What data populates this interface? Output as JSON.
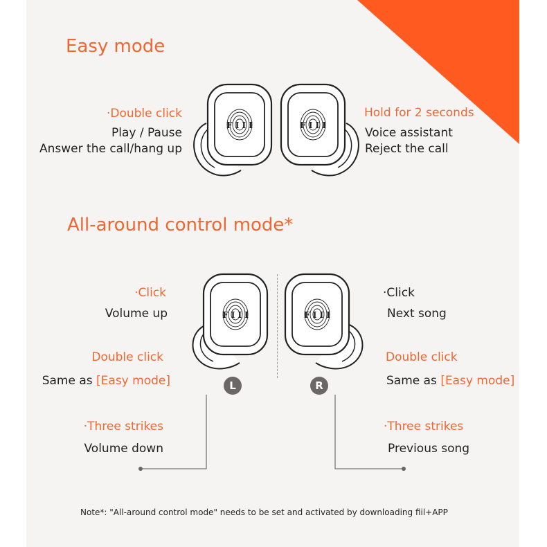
{
  "easy_mode": {
    "title": "Easy mode",
    "left": {
      "heading": "·Double click",
      "line1": "Play / Pause",
      "line2": "Answer the call/hang up"
    },
    "right": {
      "heading": "Hold for 2 seconds",
      "line1": "Voice assistant",
      "line2": "Reject the call"
    }
  },
  "all_around_mode": {
    "title": "All-around control mode*",
    "left": {
      "click_heading": "·Click",
      "click_action": "Volume up",
      "double_heading": "Double click",
      "double_prefix": "Same as ",
      "double_ref": "[Easy mode]",
      "triple_heading": "·Three strikes",
      "triple_action": "Volume down"
    },
    "right": {
      "click_heading": "·Click",
      "click_action": "Next song",
      "double_heading": "Double click",
      "double_prefix": "Same as ",
      "double_ref": "[Easy mode]",
      "triple_heading": "·Three strikes",
      "triple_action": "Previous song"
    },
    "badge_left": "L",
    "badge_right": "R"
  },
  "earbud_logo": "F I I I",
  "note": "Note*: \"All-around control mode\" needs to be set and activated by downloading fiil+APP",
  "colors": {
    "accent": "#f06630",
    "corner": "#ff5a1f",
    "text": "#222222",
    "background": "#f6f4f2",
    "badge": "#6b6767"
  }
}
